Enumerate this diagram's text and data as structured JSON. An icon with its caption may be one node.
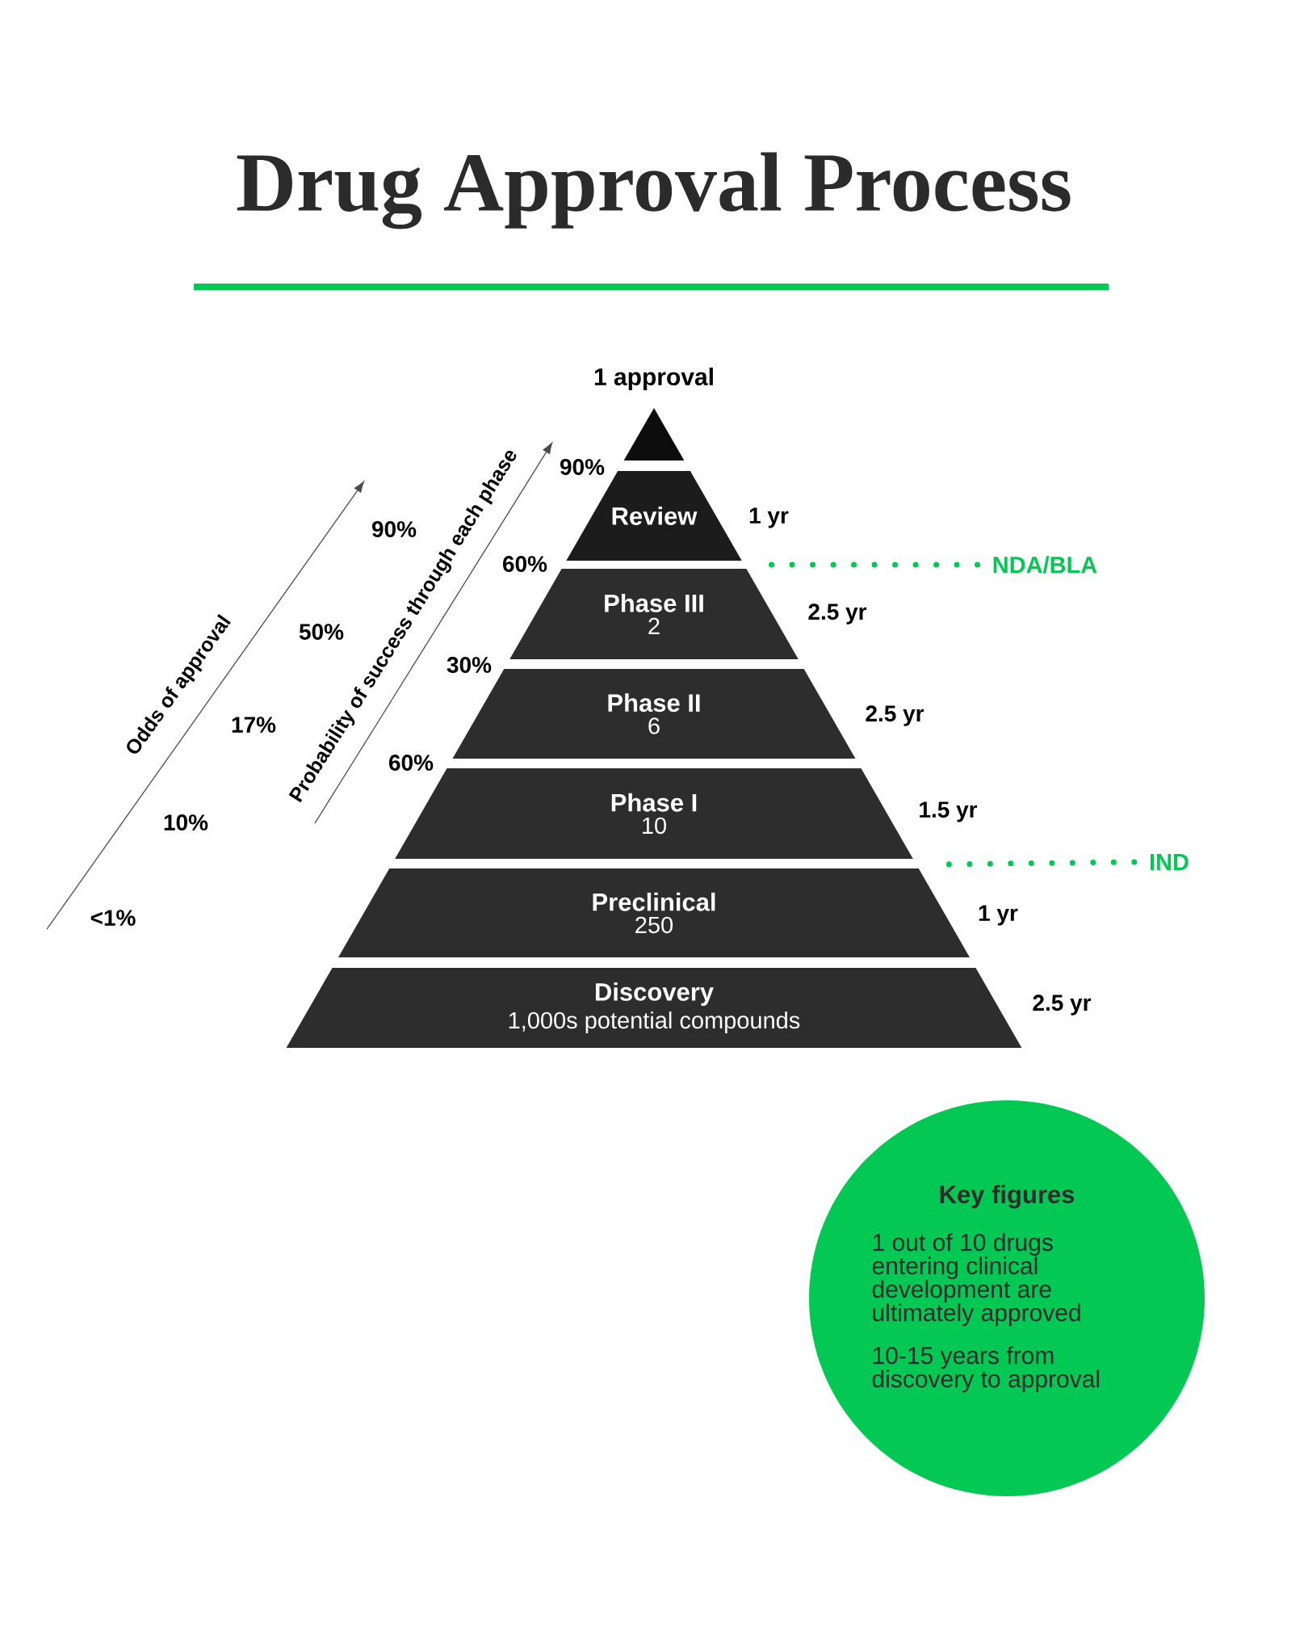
{
  "diagram": {
    "title": "Drug Approval Process",
    "nodes": [
      {
        "text": [
          "1 approval"
        ]
      },
      {
        "text": [
          "Review"
        ],
        "beside": [
          "1 yr"
        ]
      },
      {
        "text": [
          "Phase III",
          "2"
        ],
        "beside": [
          "2.5 yr"
        ]
      },
      {
        "text": [
          "Phase II",
          "6"
        ],
        "beside": [
          "2.5 yr"
        ]
      },
      {
        "text": [
          "Phase I",
          "10"
        ],
        "beside": [
          "1.5 yr"
        ]
      },
      {
        "text": [
          "Preclinical",
          "250"
        ],
        "beside": [
          "1 yr"
        ]
      },
      {
        "text": [
          "Discovery",
          "1,000s potential compounds"
        ],
        "beside": [
          "2.5 yr"
        ]
      },
      {
        "text": [
          "NDA/BLA"
        ]
      },
      {
        "text": [
          "IND"
        ]
      },
      {
        "text": [
          "Key figures",
          "1 out of 10 drugs entering clinical development are ultimately approved",
          "10-15 years from discovery to approval"
        ]
      }
    ],
    "edges": [
      {
        "from": 7,
        "to": 2,
        "arrow": "none"
      },
      {
        "from": 8,
        "to": 5,
        "arrow": "none"
      }
    ],
    "labels": [
      "90%",
      "60%",
      "30%",
      "60%",
      "Odds of approval",
      "90%",
      "50%",
      "17%",
      "10%",
      "<1%",
      "Probability of success through each phase"
    ]
  }
}
